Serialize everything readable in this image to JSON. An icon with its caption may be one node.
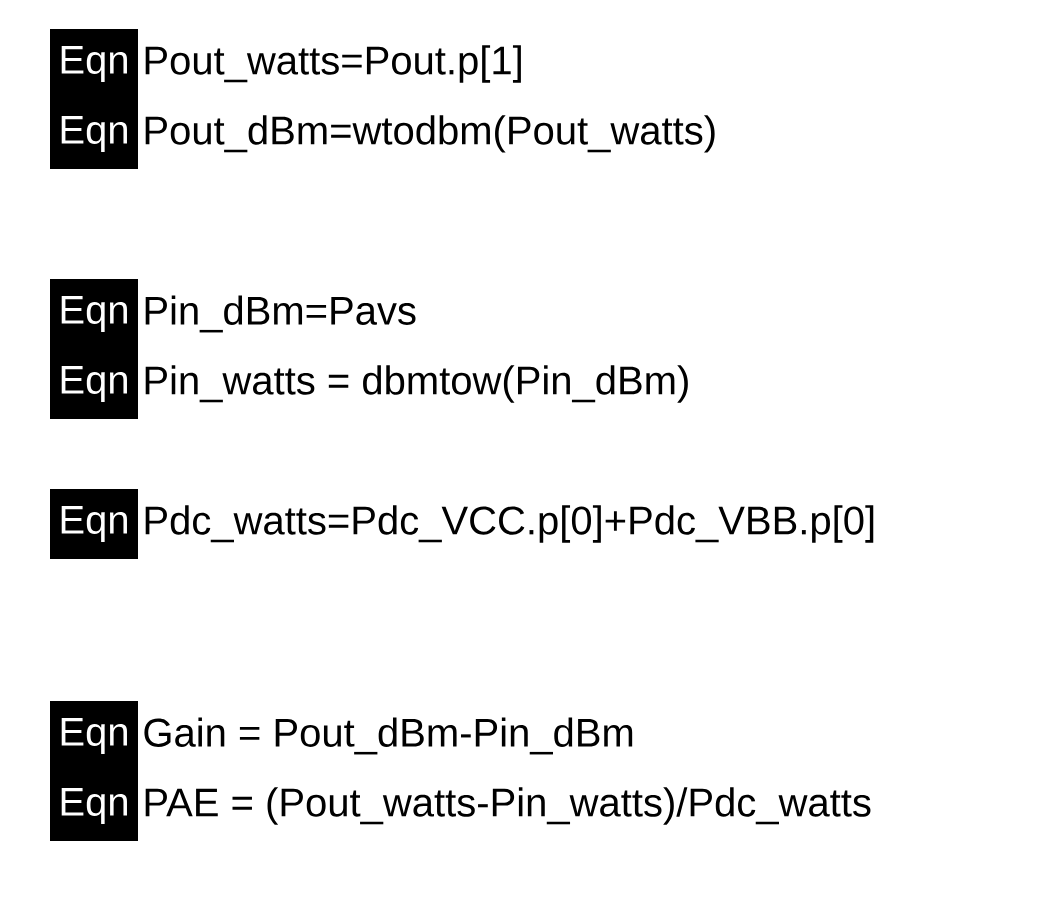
{
  "diagram": {
    "nodes": [
      {
        "text": [
          "Eqn"
        ],
        "beside": [
          "Pout_watts=Pout.p[1]"
        ]
      },
      {
        "text": [
          "Eqn"
        ],
        "beside": [
          "Pout_dBm=wtodbm(Pout_watts)"
        ]
      },
      {
        "text": [
          "Eqn"
        ],
        "beside": [
          "Pin_dBm=Pavs"
        ]
      },
      {
        "text": [
          "Eqn"
        ],
        "beside": [
          "Pin_watts = dbmtow(Pin_dBm)"
        ]
      },
      {
        "text": [
          "Eqn"
        ],
        "beside": [
          "Pdc_watts=Pdc_VCC.p[0]+Pdc_VBB.p[0]"
        ]
      },
      {
        "text": [
          "Eqn"
        ],
        "beside": [
          "Gain = Pout_dBm-Pin_dBm"
        ]
      },
      {
        "text": [
          "Eqn"
        ],
        "beside": [
          "PAE = (Pout_watts-Pin_watts)/Pdc_watts"
        ]
      }
    ]
  }
}
